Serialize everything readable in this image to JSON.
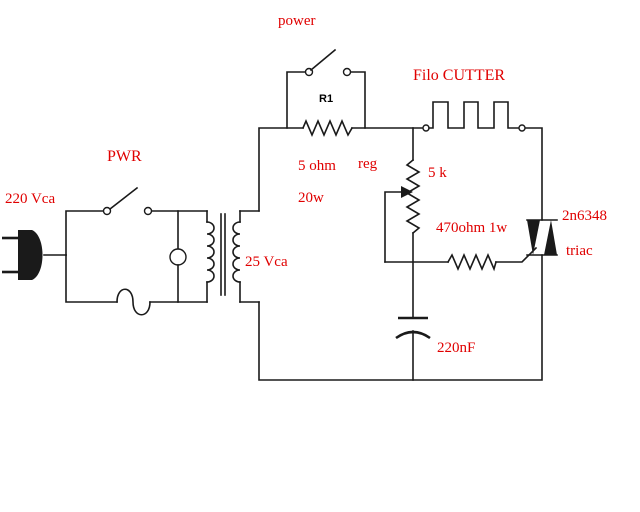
{
  "labels": {
    "power": "power",
    "r1": "R1",
    "filo_cutter": "Filo CUTTER",
    "pwr": "PWR",
    "supply": "220 Vca",
    "secondary": "25 Vca",
    "r1_value": "5 ohm",
    "r1_power": "20w",
    "reg": "reg",
    "pot": "5 k",
    "resistor": "470ohm 1w",
    "triac_part": "2n6348",
    "triac": "triac",
    "capacitor": "220nF"
  },
  "colors": {
    "label": "#e00000",
    "wire": "#1a1a1a"
  }
}
